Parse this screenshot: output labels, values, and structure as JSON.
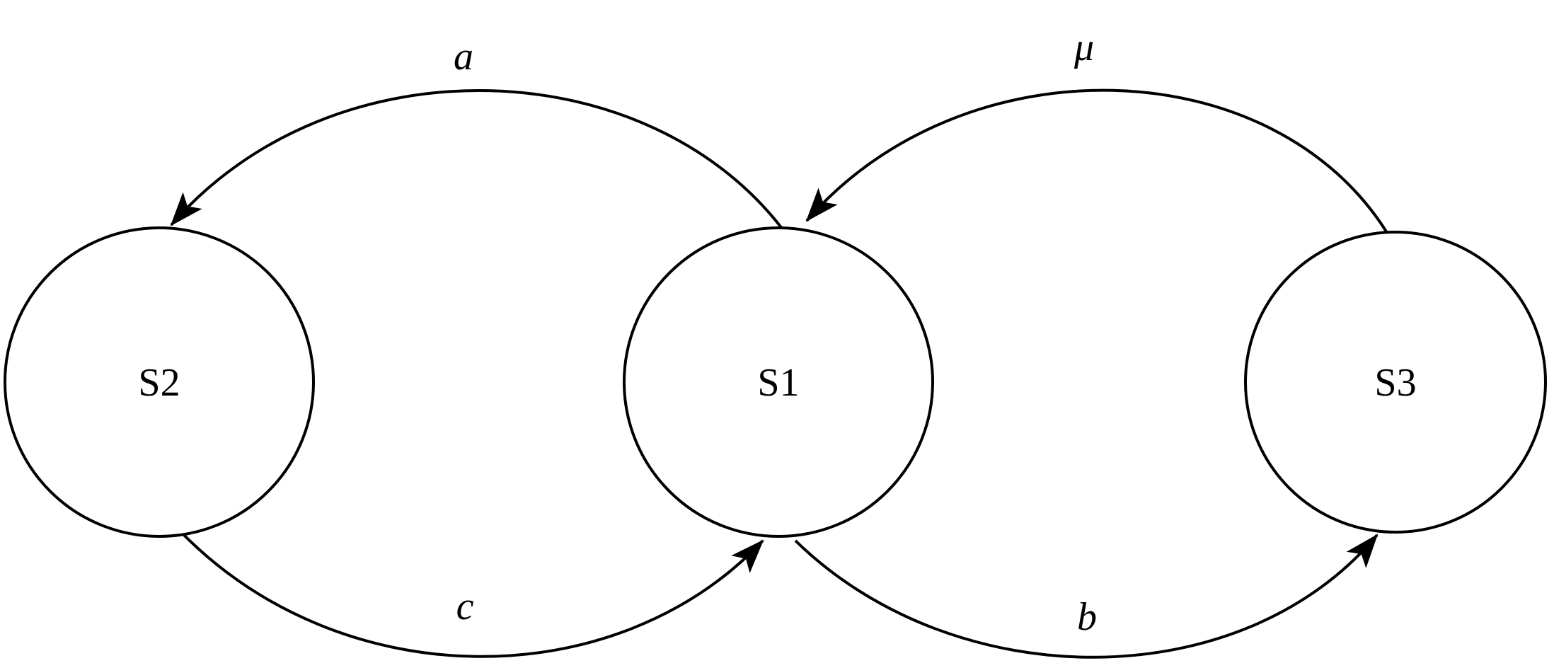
{
  "diagram": {
    "type": "state-transition-diagram",
    "background_color": "#ffffff",
    "stroke_color": "#000000",
    "nodes": [
      {
        "id": "S2",
        "label": "S2",
        "position": "left"
      },
      {
        "id": "S1",
        "label": "S1",
        "position": "center"
      },
      {
        "id": "S3",
        "label": "S3",
        "position": "right"
      }
    ],
    "edges": [
      {
        "id": "edge-a",
        "label": "a",
        "from": "S1",
        "to": "S2",
        "curve": "top-left"
      },
      {
        "id": "edge-mu",
        "label": "μ",
        "from": "S3",
        "to": "S1",
        "curve": "top-right"
      },
      {
        "id": "edge-c",
        "label": "c",
        "from": "S2",
        "to": "S1",
        "curve": "bottom-left"
      },
      {
        "id": "edge-b",
        "label": "b",
        "from": "S1",
        "to": "S3",
        "curve": "bottom-right"
      }
    ]
  }
}
